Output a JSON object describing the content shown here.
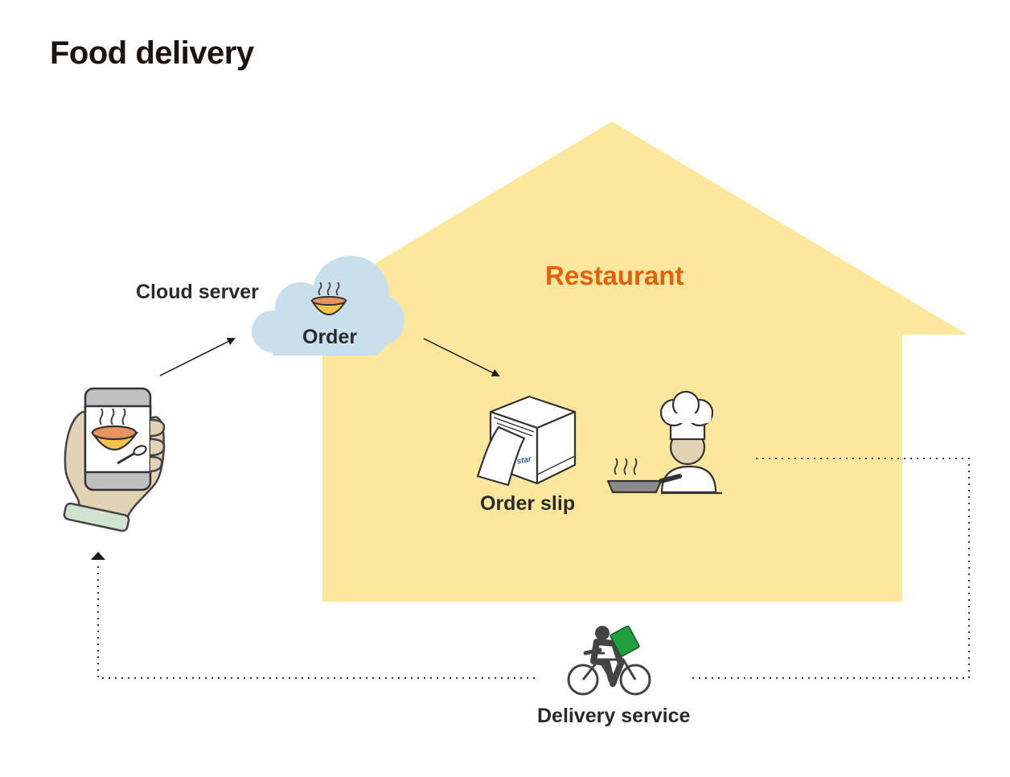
{
  "title": "Food delivery",
  "labels": {
    "restaurant": "Restaurant",
    "cloud_server": "Cloud server",
    "order": "Order",
    "order_slip": "Order slip",
    "delivery_service": "Delivery service"
  },
  "printer_brand": "star",
  "colors": {
    "house": "#fde79c",
    "cloud": "#c9dfec",
    "restaurant_text": "#e2600e",
    "delivery_bag": "#22a040",
    "hand": "#e2d2b6",
    "sleeve": "#cfe3cf",
    "soup": "#e6935e",
    "bowl": "#f4c34d",
    "printer_brand": "#2b5fb7"
  }
}
